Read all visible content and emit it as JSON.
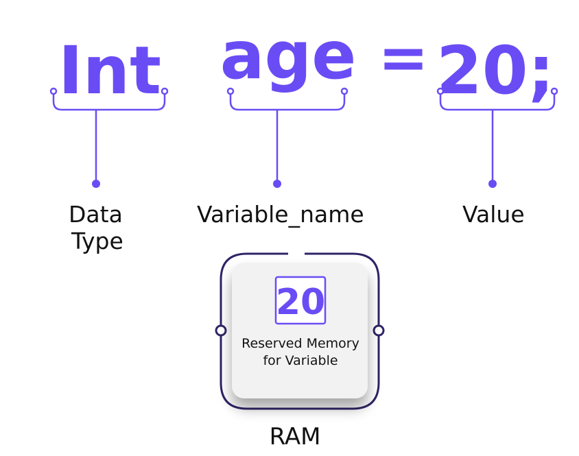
{
  "statement": {
    "type_token": "Int",
    "name_token": "age",
    "equals_token": "=",
    "value_token": "20;"
  },
  "labels": {
    "data_type_line1": "Data",
    "data_type_line2": "Type",
    "variable_name": "Variable_name",
    "value": "Value"
  },
  "memory": {
    "stored_value": "20",
    "caption_line1": "Reserved Memory",
    "caption_line2": "for Variable",
    "ram_label": "RAM"
  },
  "colors": {
    "accent": "#6a4cf5",
    "frame": "#2d2466",
    "text": "#111111"
  }
}
